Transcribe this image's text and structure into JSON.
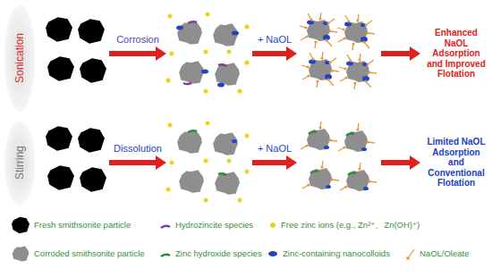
{
  "diagram": {
    "nodes": [
      {
        "text": [
          "Sonication"
        ]
      },
      {
        "text": [
          "Stirring"
        ]
      }
    ],
    "labels": [
      "Corrosion",
      "+ NaOL",
      "Enhanced NaOL Adsorption and Improved Flotation",
      "Dissolution",
      "+ NaOL",
      "Limited NaOL Adsorption and Conventional Flotation"
    ],
    "legend": [
      {
        "text": "Fresh smithsonite particle"
      },
      {
        "text": "Hydrozincite species"
      },
      {
        "text": "Free zinc ions (e.g., Zn²⁺、Zn(OH)⁺)"
      },
      {
        "text": "Corroded smithsonite particle"
      },
      {
        "text": "Zinc hydroxide species"
      },
      {
        "text": "Zinc-containing nanocolloids"
      },
      {
        "text": "NaOL/Oleate"
      }
    ]
  }
}
